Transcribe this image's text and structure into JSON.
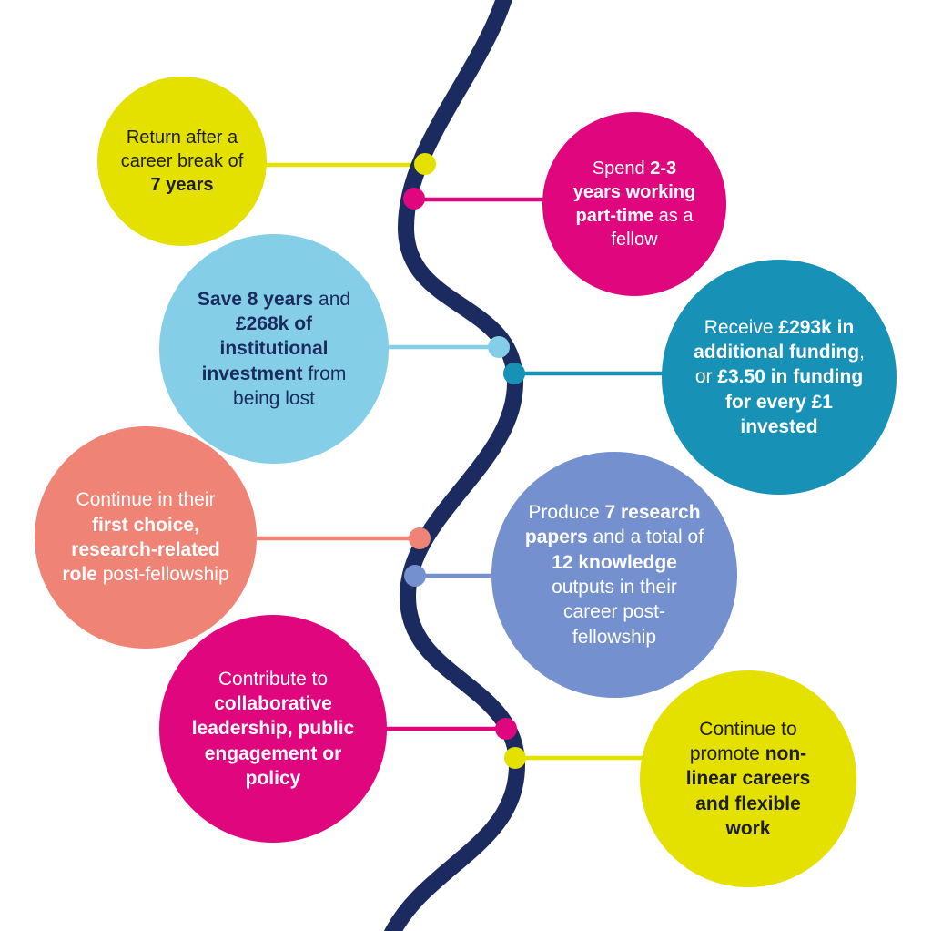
{
  "figure": {
    "background": "#ffffff",
    "timeline_color": "#1c2b5f"
  },
  "bubbles": [
    {
      "id": "career-break",
      "color": "#e4e000",
      "text_color": "#1d1d1b",
      "segments": [
        {
          "text": "Return after a career break of ",
          "bold": false
        },
        {
          "text": "7 years",
          "bold": true
        }
      ]
    },
    {
      "id": "part-time",
      "color": "#e0077e",
      "text_color": "#ffffff",
      "segments": [
        {
          "text": "Spend ",
          "bold": false
        },
        {
          "text": "2-3 years working part-time",
          "bold": true
        },
        {
          "text": " as a fellow",
          "bold": false
        }
      ]
    },
    {
      "id": "institutional-investment",
      "color": "#84cfe7",
      "text_color": "#1c2b5f",
      "segments": [
        {
          "text": "Save 8 years",
          "bold": true
        },
        {
          "text": " and ",
          "bold": false
        },
        {
          "text": "£268k of institutional investment",
          "bold": true
        },
        {
          "text": " from being lost",
          "bold": false
        }
      ]
    },
    {
      "id": "additional-funding",
      "color": "#1791b5",
      "text_color": "#ffffff",
      "segments": [
        {
          "text": "Receive ",
          "bold": false
        },
        {
          "text": "£293k in additional funding",
          "bold": true
        },
        {
          "text": ", or ",
          "bold": false
        },
        {
          "text": "£3.50 in funding for every £1 invested",
          "bold": true
        }
      ]
    },
    {
      "id": "first-choice-role",
      "color": "#ef8476",
      "text_color": "#ffffff",
      "segments": [
        {
          "text": "Continue in their ",
          "bold": false
        },
        {
          "text": "first choice, research-related role",
          "bold": true
        },
        {
          "text": " post-fellowship",
          "bold": false
        }
      ]
    },
    {
      "id": "research-papers",
      "color": "#7490cf",
      "text_color": "#ffffff",
      "segments": [
        {
          "text": "Produce ",
          "bold": false
        },
        {
          "text": "7 research papers",
          "bold": true
        },
        {
          "text": " and a total of ",
          "bold": false
        },
        {
          "text": "12 knowledge",
          "bold": true
        },
        {
          "text": " outputs in their career post-fellowship",
          "bold": false
        }
      ]
    },
    {
      "id": "collaborative-leadership",
      "color": "#e0077e",
      "text_color": "#ffffff",
      "segments": [
        {
          "text": "Contribute to ",
          "bold": false
        },
        {
          "text": "collaborative leadership, public engagement or policy",
          "bold": true
        }
      ]
    },
    {
      "id": "non-linear-careers",
      "color": "#e4e000",
      "text_color": "#1d1d1b",
      "segments": [
        {
          "text": "Continue to promote ",
          "bold": false
        },
        {
          "text": "non-linear careers and flexible work",
          "bold": true
        }
      ]
    }
  ]
}
